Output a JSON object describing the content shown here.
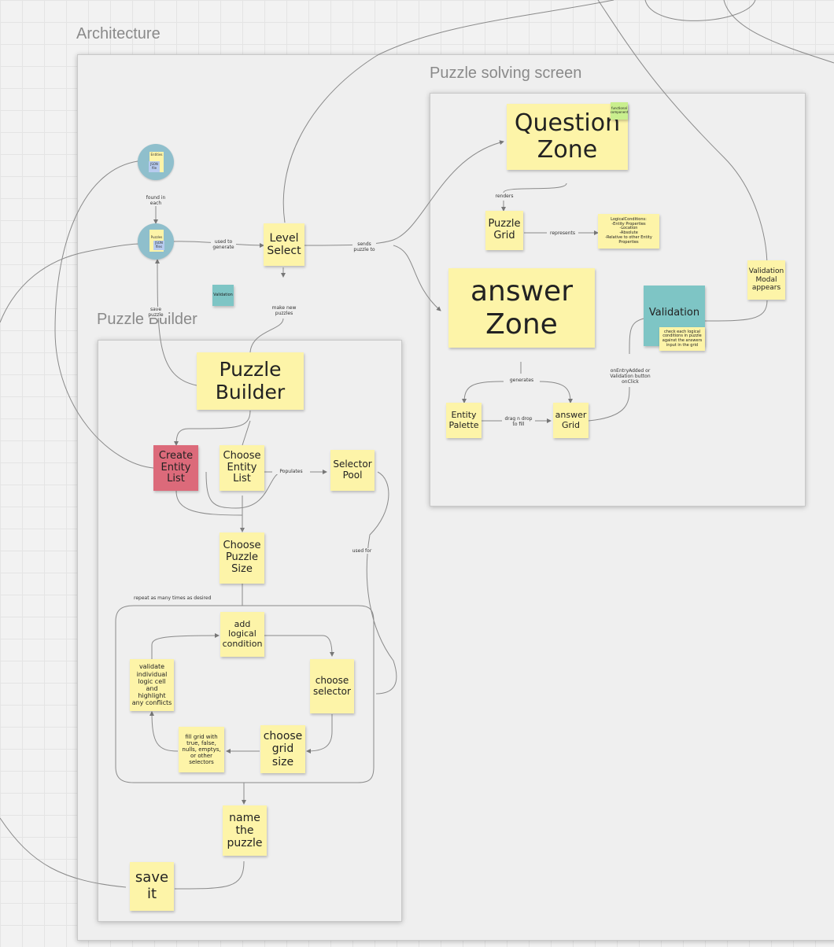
{
  "frames": {
    "architecture": "Architecture",
    "puzzle_solving": "Puzzle solving screen",
    "puzzle_builder": "Puzzle Builder"
  },
  "stickies": {
    "question_zone": "Question Zone",
    "puzzle_grid": "Puzzle Grid",
    "logical_conditions": "LogicalConditions:\n-Entity Properties\n-Location\n    -Absolute\n    -Relative to other Entity Properties",
    "answer_zone": "answer Zone",
    "validation": "Validation",
    "validation_note": "check each logical conditions in puzzle against the answers input in the grid",
    "validation_modal": "Validation Modal appears",
    "entity_palette": "Entity Palette",
    "answer_grid": "answer Grid",
    "functional_component": "functional component",
    "level_select": "Level Select",
    "validation_small": "Validation",
    "puzzle_builder": "Puzzle Builder",
    "create_entity_list": "Create Entity List",
    "choose_entity_list": "Choose Entity List",
    "selector_pool": "Selector Pool",
    "choose_puzzle_size": "Choose Puzzle Size",
    "add_logical_condition": "add logical condition",
    "choose_selector": "choose selector",
    "choose_grid_size": "choose grid size",
    "fill_grid": "fill grid with true, false, nulls, emptys, or other selectors",
    "validate_cell": "validate individual logic cell and highlight any conflicts",
    "name_puzzle": "name the puzzle",
    "save_it": "save it"
  },
  "data_icons": {
    "entities_title": "Entities",
    "entities_file": "JSON file",
    "puzzles_title": "Puzzles",
    "puzzles_file": "JSON files"
  },
  "edge_labels": {
    "found_in_each": "found in each",
    "used_to_generate": "used to generate",
    "sends_puzzle_to": "sends puzzle to",
    "save_puzzle": "save puzzle",
    "make_new_puzzles": "make new puzzles",
    "renders": "renders",
    "represents": "represents",
    "generates": "generates",
    "drag_n_drop": "drag n drop to fill",
    "on_entry_added": "onEntryAdded or Validation button onClick",
    "populates": "Populates",
    "used_for": "used for",
    "repeat": "repeat as many times as desired"
  },
  "colors": {
    "sticky_yellow": "#fdf4a8",
    "sticky_pink": "#dc6a7a",
    "sticky_teal": "#7ec5c5",
    "sticky_green": "#c9ef8e",
    "data_circle": "#8fbfcc"
  }
}
